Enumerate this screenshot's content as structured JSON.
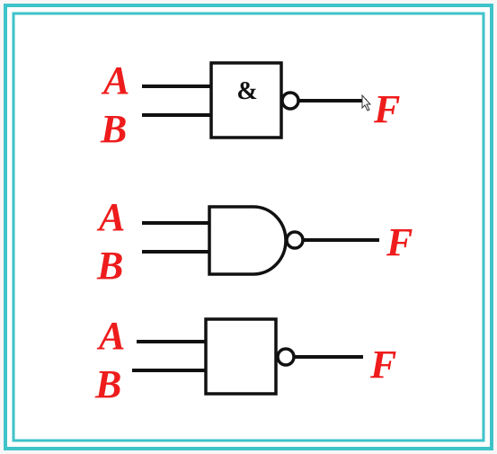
{
  "colors": {
    "border": "#3ec3c9",
    "label": "#ee1c1c",
    "wire": "#111111",
    "background": "#ffffff"
  },
  "gates": [
    {
      "symbol": "iec-nand",
      "symbol_text": "&",
      "input_a": "A",
      "input_b": "B",
      "output": "F"
    },
    {
      "symbol": "ansi-nand",
      "input_a": "A",
      "input_b": "B",
      "output": "F"
    },
    {
      "symbol": "box-nand",
      "input_a": "A",
      "input_b": "B",
      "output": "F"
    }
  ]
}
